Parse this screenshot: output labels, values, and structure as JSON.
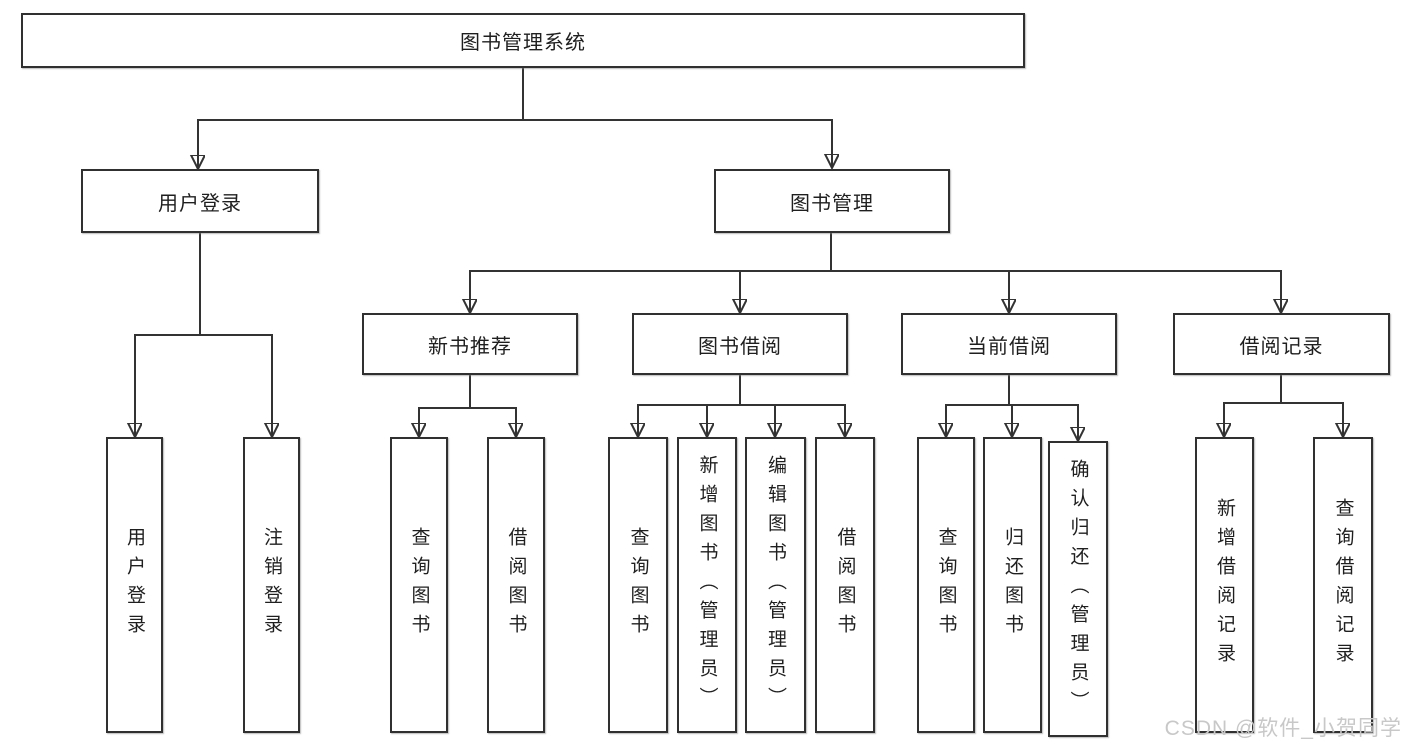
{
  "colors": {
    "line": "#333333",
    "box_border": "#303030",
    "text": "#1f1f1f",
    "watermark": "#c8c8c8",
    "background": "#ffffff"
  },
  "root": {
    "label": "图书管理系统"
  },
  "branches": {
    "login": {
      "label": "用户登录",
      "children": [
        {
          "label": "用户登录"
        },
        {
          "label": "注销登录"
        }
      ]
    },
    "management": {
      "label": "图书管理",
      "groups": {
        "newBooks": {
          "label": "新书推荐",
          "children": [
            {
              "label": "查询图书"
            },
            {
              "label": "借阅图书"
            }
          ]
        },
        "borrow": {
          "label": "图书借阅",
          "children": [
            {
              "label": "查询图书"
            },
            {
              "label": "新增图书（管理员）"
            },
            {
              "label": "编辑图书（管理员）"
            },
            {
              "label": "借阅图书"
            }
          ]
        },
        "current": {
          "label": "当前借阅",
          "children": [
            {
              "label": "查询图书"
            },
            {
              "label": "归还图书"
            },
            {
              "label": "确认归还（管理员）"
            }
          ]
        },
        "records": {
          "label": "借阅记录",
          "children": [
            {
              "label": "新增借阅记录"
            },
            {
              "label": "查询借阅记录"
            }
          ]
        }
      }
    }
  },
  "watermark": {
    "text": "CSDN @软件_小贺同学"
  }
}
